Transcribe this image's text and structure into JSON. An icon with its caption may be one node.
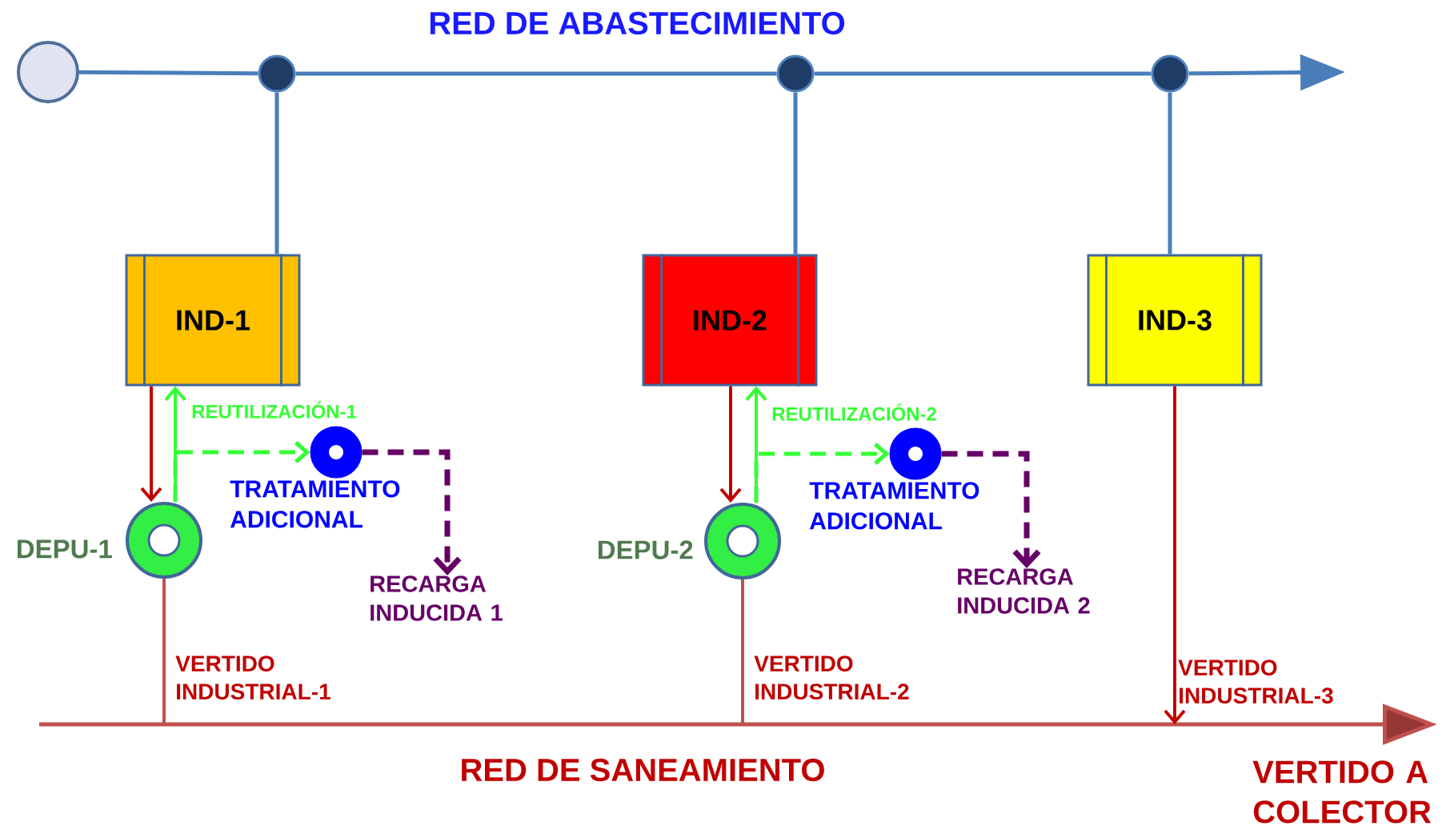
{
  "diagram": {
    "nodes": [
      {
        "text": [],
        "shape": "circle"
      },
      {
        "text": [],
        "shape": "circle"
      },
      {
        "text": [],
        "shape": "circle"
      },
      {
        "text": [],
        "shape": "circle"
      },
      {
        "text": [
          "IND-1"
        ]
      },
      {
        "text": [
          "IND-2"
        ]
      },
      {
        "text": [
          "IND-3"
        ]
      },
      {
        "text": [],
        "shape": "circle",
        "beside": [
          "DEPU-1"
        ]
      },
      {
        "text": [],
        "shape": "circle",
        "beside": [
          "TRATAMIENTO ADICIONAL"
        ]
      },
      {
        "text": [
          "RECARGA INDUCIDA 1"
        ]
      },
      {
        "text": [],
        "shape": "circle",
        "beside": [
          "DEPU-2"
        ]
      },
      {
        "text": [],
        "shape": "circle",
        "beside": [
          "TRATAMIENTO ADICIONAL"
        ]
      },
      {
        "text": [
          "RECARGA INDUCIDA 2"
        ]
      }
    ],
    "edges": [
      {
        "from": 0,
        "to": 1,
        "arrow": "none"
      },
      {
        "from": 1,
        "to": 2,
        "arrow": "none"
      },
      {
        "from": 2,
        "to": 3,
        "arrow": "none"
      },
      {
        "from": 3,
        "to": null,
        "arrow": "to"
      },
      {
        "from": 1,
        "to": 4,
        "arrow": "none"
      },
      {
        "from": 2,
        "to": 5,
        "arrow": "none"
      },
      {
        "from": 3,
        "to": 6,
        "arrow": "none"
      },
      {
        "from": 4,
        "to": 7,
        "arrow": "to",
        "color": "#c00000"
      },
      {
        "from": 7,
        "to": 4,
        "arrow": "to",
        "color": "#33ff33",
        "label": "REUTILIZACIÓN-1"
      },
      {
        "from": 7,
        "to": 8,
        "arrow": "to",
        "style": "dashed",
        "color": "#33ff33"
      },
      {
        "from": 8,
        "to": 9,
        "arrow": "to",
        "style": "dashed",
        "color": "#660066"
      },
      {
        "from": 7,
        "to": null,
        "arrow": "none",
        "color": "#c0504d",
        "label": "VERTIDO INDUSTRIAL-1"
      },
      {
        "from": 5,
        "to": 10,
        "arrow": "to",
        "color": "#c00000"
      },
      {
        "from": 10,
        "to": 5,
        "arrow": "to",
        "color": "#33ff33",
        "label": "REUTILIZACIÓN-2"
      },
      {
        "from": 10,
        "to": 11,
        "arrow": "to",
        "style": "dashed",
        "color": "#33ff33"
      },
      {
        "from": 11,
        "to": 12,
        "arrow": "to",
        "style": "dashed",
        "color": "#660066"
      },
      {
        "from": 10,
        "to": null,
        "arrow": "none",
        "color": "#c0504d",
        "label": "VERTIDO INDUSTRIAL-2"
      },
      {
        "from": 6,
        "to": null,
        "arrow": "to",
        "color": "#c00000",
        "label": "VERTIDO INDUSTRIAL-3"
      }
    ],
    "labels": [
      "RED DE ABASTECIMIENTO",
      "RED DE SANEAMIENTO",
      "VERTIDO A COLECTOR"
    ]
  }
}
